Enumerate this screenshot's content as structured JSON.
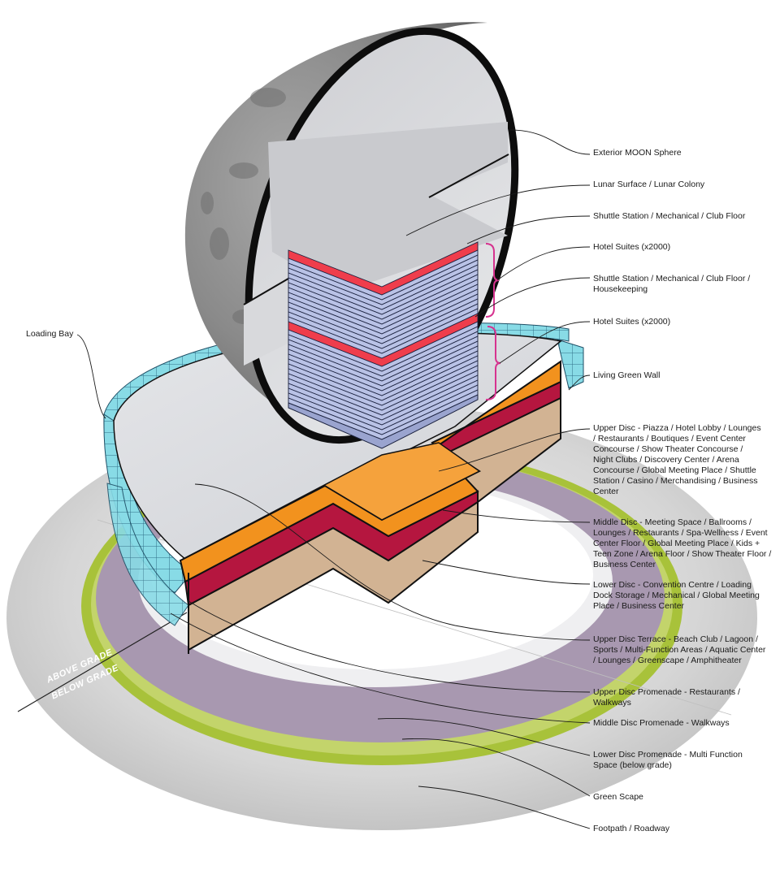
{
  "labels": {
    "exterior_moon_sphere": "Exterior MOON Sphere",
    "lunar_surface": "Lunar Surface / Lunar Colony",
    "shuttle_station_top": "Shuttle Station / Mechanical / Club Floor",
    "hotel_suites_top": "Hotel Suites (x2000)",
    "shuttle_station_mid": "Shuttle Station / Mechanical / Club Floor / Housekeeping",
    "hotel_suites_bottom": "Hotel Suites (x2000)",
    "living_green_wall": "Living Green Wall",
    "upper_disc": "Upper Disc - Piazza / Hotel Lobby / Lounges / Restaurants / Boutiques / Event Center Concourse / Show Theater Concourse / Night Clubs / Discovery Center / Arena Concourse / Global Meeting Place / Shuttle Station / Casino / Merchandising / Business Center",
    "middle_disc": "Middle Disc - Meeting Space / Ballrooms / Lounges / Restaurants / Spa-Wellness / Event Center Floor / Global Meeting Place / Kids + Teen Zone / Arena Floor / Show Theater Floor / Business Center",
    "lower_disc": "Lower Disc - Convention Centre / Loading Dock Storage / Mechanical / Global Meeting Place / Business Center",
    "upper_disc_terrace": "Upper Disc Terrace - Beach Club / Lagoon / Sports / Multi-Function Areas / Aquatic Center / Lounges / Greenscape / Amphitheater",
    "upper_disc_promenade": "Upper Disc Promenade - Restaurants / Walkways",
    "middle_disc_promenade": "Middle Disc Promenade - Walkways",
    "lower_disc_promenade": "Lower Disc Promenade - Multi Function Space (below grade)",
    "green_scape": "Green Scape",
    "footpath": "Footpath / Roadway",
    "loading_bay": "Loading Bay",
    "above_grade": "ABOVE GRADE",
    "below_grade": "BELOW GRADE"
  },
  "colors": {
    "ground_gray": "#c8c8c8",
    "green_ring": "#a8c23a",
    "purple_promenade": "#a898b0",
    "disc_top_gray": "#dcdde0",
    "orange_upper_disc": "#f2921e",
    "crimson_middle_disc": "#b5163f",
    "tan_lower_disc": "#d2b393",
    "hotel_suite_blue": "#b9c2e6",
    "club_floor_red": "#ef3d4c",
    "glass_cyan": "#7fd6e3",
    "moon_gray": "#8c8c8c",
    "bracket_pink": "#d6338f"
  }
}
